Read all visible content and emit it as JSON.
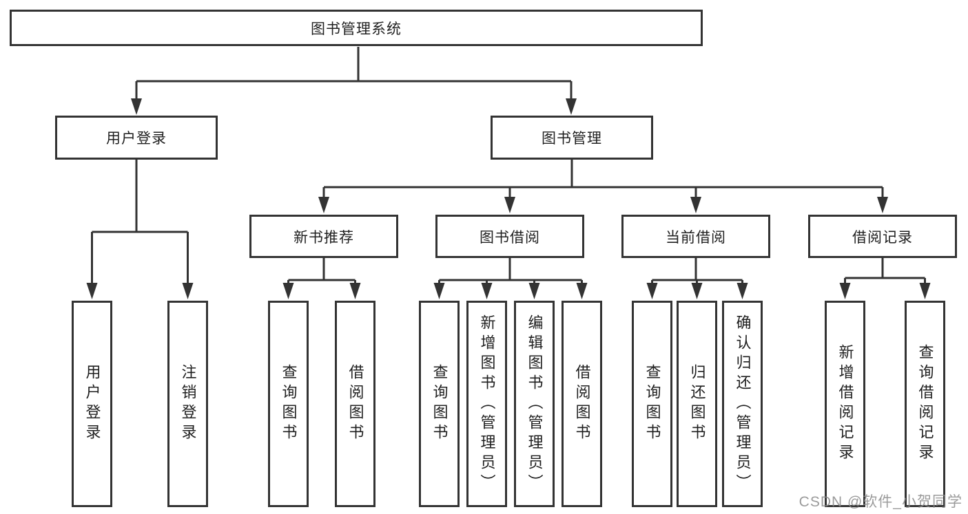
{
  "watermark": "CSDN @软件_小贺同学",
  "colors": {
    "line": "#333333",
    "text": "#1f1f1f",
    "box_fill": "#ffffff",
    "background": "#ffffff",
    "watermark": "#8a8a8a"
  },
  "tree": {
    "root": {
      "label": "图书管理系统"
    },
    "branches": [
      {
        "label": "用户登录",
        "children": [
          {
            "label": "用户登录"
          },
          {
            "label": "注销登录"
          }
        ]
      },
      {
        "label": "图书管理",
        "groups": [
          {
            "label": "新书推荐",
            "children": [
              {
                "label": "查询图书"
              },
              {
                "label": "借阅图书"
              }
            ]
          },
          {
            "label": "图书借阅",
            "children": [
              {
                "label": "查询图书"
              },
              {
                "label": "新增图书（管理员）"
              },
              {
                "label": "编辑图书（管理员）"
              },
              {
                "label": "借阅图书"
              }
            ]
          },
          {
            "label": "当前借阅",
            "children": [
              {
                "label": "查询图书"
              },
              {
                "label": "归还图书"
              },
              {
                "label": "确认归还（管理员）"
              }
            ]
          },
          {
            "label": "借阅记录",
            "children": [
              {
                "label": "新增借阅记录"
              },
              {
                "label": "查询借阅记录"
              }
            ]
          }
        ]
      }
    ]
  }
}
